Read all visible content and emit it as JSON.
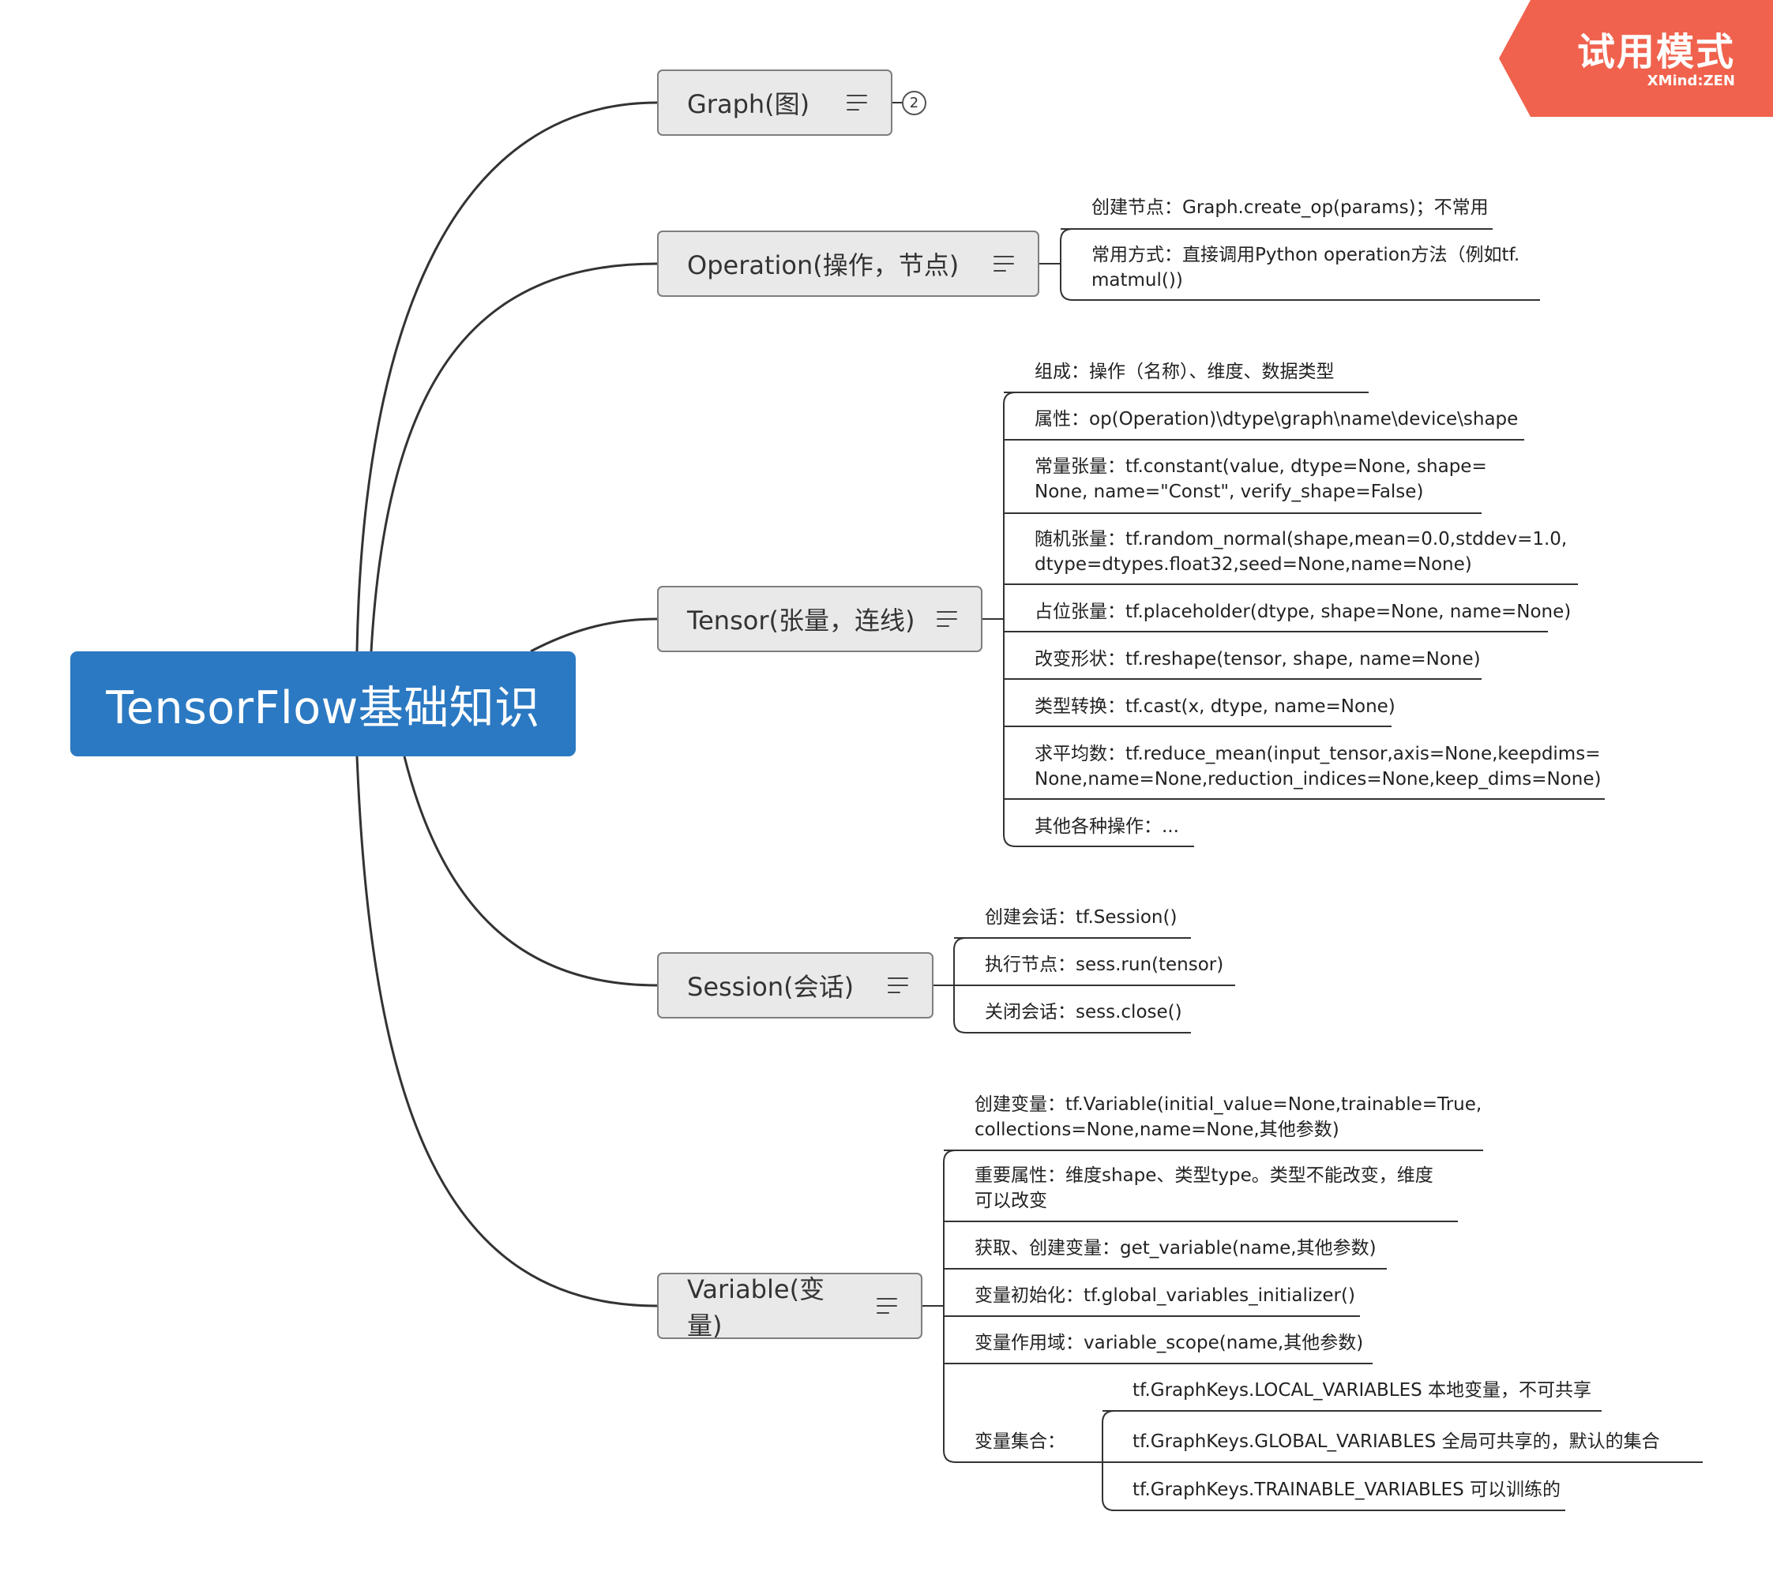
{
  "watermark": {
    "title": "试用模式",
    "brand": "XMind:ZEN"
  },
  "root": {
    "label": "TensorFlow基础知识"
  },
  "graph": {
    "label": "Graph(图)",
    "collapsed_count": "2"
  },
  "operation": {
    "label": "Operation(操作，节点)",
    "items": [
      "创建节点：Graph.create_op(params)；不常用",
      "常用方式：直接调用Python operation方法（例如tf.",
      "matmul())"
    ]
  },
  "tensor": {
    "label": "Tensor(张量，连线)",
    "items": [
      "组成：操作（名称）、维度、数据类型",
      "属性：op(Operation)\\dtype\\graph\\name\\device\\shape",
      "常量张量：tf.constant(value, dtype=None, shape=",
      "None, name=\"Const\", verify_shape=False)",
      "随机张量：tf.random_normal(shape,mean=0.0,stddev=1.0,",
      "dtype=dtypes.float32,seed=None,name=None)",
      "占位张量：tf.placeholder(dtype, shape=None, name=None)",
      "改变形状：tf.reshape(tensor, shape, name=None)",
      "类型转换：tf.cast(x, dtype, name=None)",
      "求平均数：tf.reduce_mean(input_tensor,axis=None,keepdims=",
      "None,name=None,reduction_indices=None,keep_dims=None)",
      "其他各种操作：..."
    ]
  },
  "session": {
    "label": "Session(会话)",
    "items": [
      "创建会话：tf.Session()",
      "执行节点：sess.run(tensor)",
      "关闭会话：sess.close()"
    ]
  },
  "variable": {
    "label": "Variable(变量)",
    "items": [
      "创建变量：tf.Variable(initial_value=None,trainable=True,",
      "collections=None,name=None,其他参数)",
      "重要属性：维度shape、类型type。类型不能改变，维度",
      "可以改变",
      "获取、创建变量：get_variable(name,其他参数)",
      "变量初始化：tf.global_variables_initializer()",
      "变量作用域：variable_scope(name,其他参数)",
      "变量集合："
    ],
    "collections": [
      "tf.GraphKeys.LOCAL_VARIABLES 本地变量，不可共享",
      "tf.GraphKeys.GLOBAL_VARIABLES 全局可共享的，默认的集合",
      "tf.GraphKeys.TRAINABLE_VARIABLES 可以训练的"
    ]
  }
}
